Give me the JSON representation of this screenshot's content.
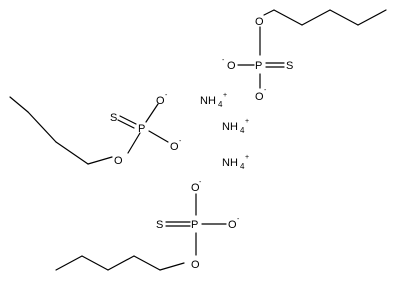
{
  "labels": {
    "oxygen": "O",
    "phosphorus": "P",
    "sulfur": "S",
    "minus": "-",
    "plus": "+",
    "ammonium_n": "NH",
    "ammonium_sub": "4"
  },
  "structure": {
    "anion_count": 3,
    "cation_count": 3
  }
}
